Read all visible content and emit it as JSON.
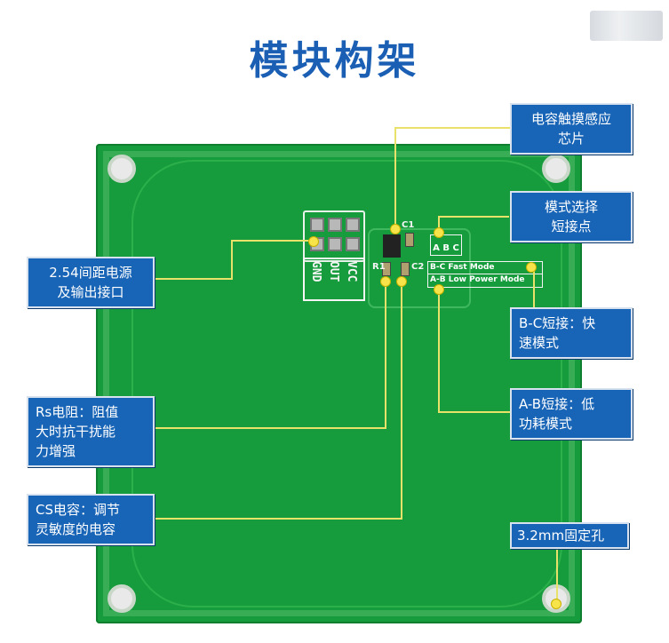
{
  "title": "模块构架",
  "board": {
    "silk": {
      "vcc": "VCC",
      "out": "OUT",
      "gnd": "GND",
      "c1": "C1",
      "c2": "C2",
      "r1": "R1",
      "abc": "A B C",
      "mode_bc_key": "B-C",
      "mode_bc_value": "Fast Mode",
      "mode_ab_key": "A-B",
      "mode_ab_value": "Low Power Mode"
    }
  },
  "callouts": {
    "chip": [
      "电容触摸感应",
      "芯片"
    ],
    "mode_point": [
      "模式选择",
      "短接点"
    ],
    "power_io": [
      "2.54间距电源",
      "及输出接口"
    ],
    "fast_mode": [
      "B-C短接：快",
      "速模式"
    ],
    "rs": [
      "Rs电阻：阻值",
      "大时抗干扰能",
      "力增强"
    ],
    "low_power": [
      "A-B短接：低",
      "功耗模式"
    ],
    "cs": [
      "CS电容：调节",
      "灵敏度的电容"
    ],
    "hole": [
      "3.2mm固定孔"
    ]
  },
  "colors": {
    "title": "#1a5fb4",
    "pcb": "#169c3c",
    "callout_bg": "#1864b6",
    "marker": "#f6e44a"
  }
}
